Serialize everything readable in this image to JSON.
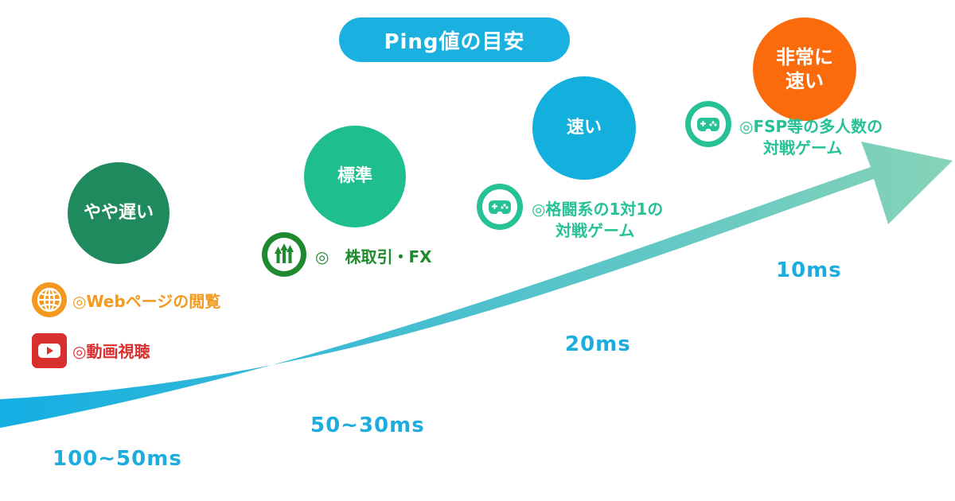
{
  "title": "Ping値の目安",
  "levels": [
    {
      "badge": "やや遅い",
      "latency": "100~50ms",
      "color": "#1f8a5e"
    },
    {
      "badge": "標準",
      "latency": "50~30ms",
      "color": "#1fbe8e"
    },
    {
      "badge": "速い",
      "latency": "20ms",
      "color": "#13b0dd"
    },
    {
      "badge_line1": "非常に",
      "badge_line2": "速い",
      "latency": "10ms",
      "color": "#fb6b0b"
    }
  ],
  "uses": {
    "web": {
      "text": "◎Webページの閲覧",
      "color": "#f39a1e",
      "icon": "globe-icon"
    },
    "video": {
      "text": "◎動画視聴",
      "color": "#d92f2f",
      "icon": "youtube-play-icon"
    },
    "trading": {
      "text": "◎　株取引・FX",
      "color": "#1e8a2e",
      "icon": "stock-up-arrows-icon"
    },
    "fighting_line1": "◎格闘系の1対1の",
    "fighting_line2": "対戦ゲーム",
    "fighting_color": "#27c196",
    "fps_line1": "◎FSP等の多人数の",
    "fps_line2": "対戦ゲーム",
    "fps_color": "#27c196",
    "game_icon": "gamepad-icon"
  },
  "arrow_colors": {
    "start": "#14aee3",
    "end": "#86d3b7"
  }
}
